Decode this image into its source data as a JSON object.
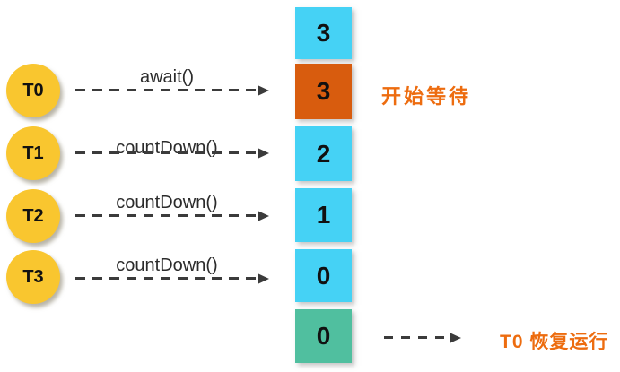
{
  "diagram": {
    "threads": [
      {
        "name": "T0",
        "call": "await()"
      },
      {
        "name": "T1",
        "call": "countDown()"
      },
      {
        "name": "T2",
        "call": "countDown()"
      },
      {
        "name": "T3",
        "call": "countDown()"
      }
    ],
    "latch": {
      "boxes": [
        {
          "value": "3",
          "color": "#45D2F5"
        },
        {
          "value": "3",
          "color": "#D85C0E"
        },
        {
          "value": "2",
          "color": "#45D2F5"
        },
        {
          "value": "1",
          "color": "#45D2F5"
        },
        {
          "value": "0",
          "color": "#45D2F5"
        },
        {
          "value": "0",
          "color": "#50BF9F"
        }
      ]
    },
    "annotations": {
      "start_wait": "开始等待",
      "resume": "T0 恢复运行"
    }
  },
  "colors": {
    "thread_circle": "#F9C62F",
    "box_default": "#45D2F5",
    "box_waiting": "#D85C0E",
    "box_released": "#50BF9F",
    "arrow": "#3B3B3B",
    "call_label_text": "#2B2B2B",
    "annotation_text": "#ED6C0F",
    "background": "#FFFFFF"
  }
}
